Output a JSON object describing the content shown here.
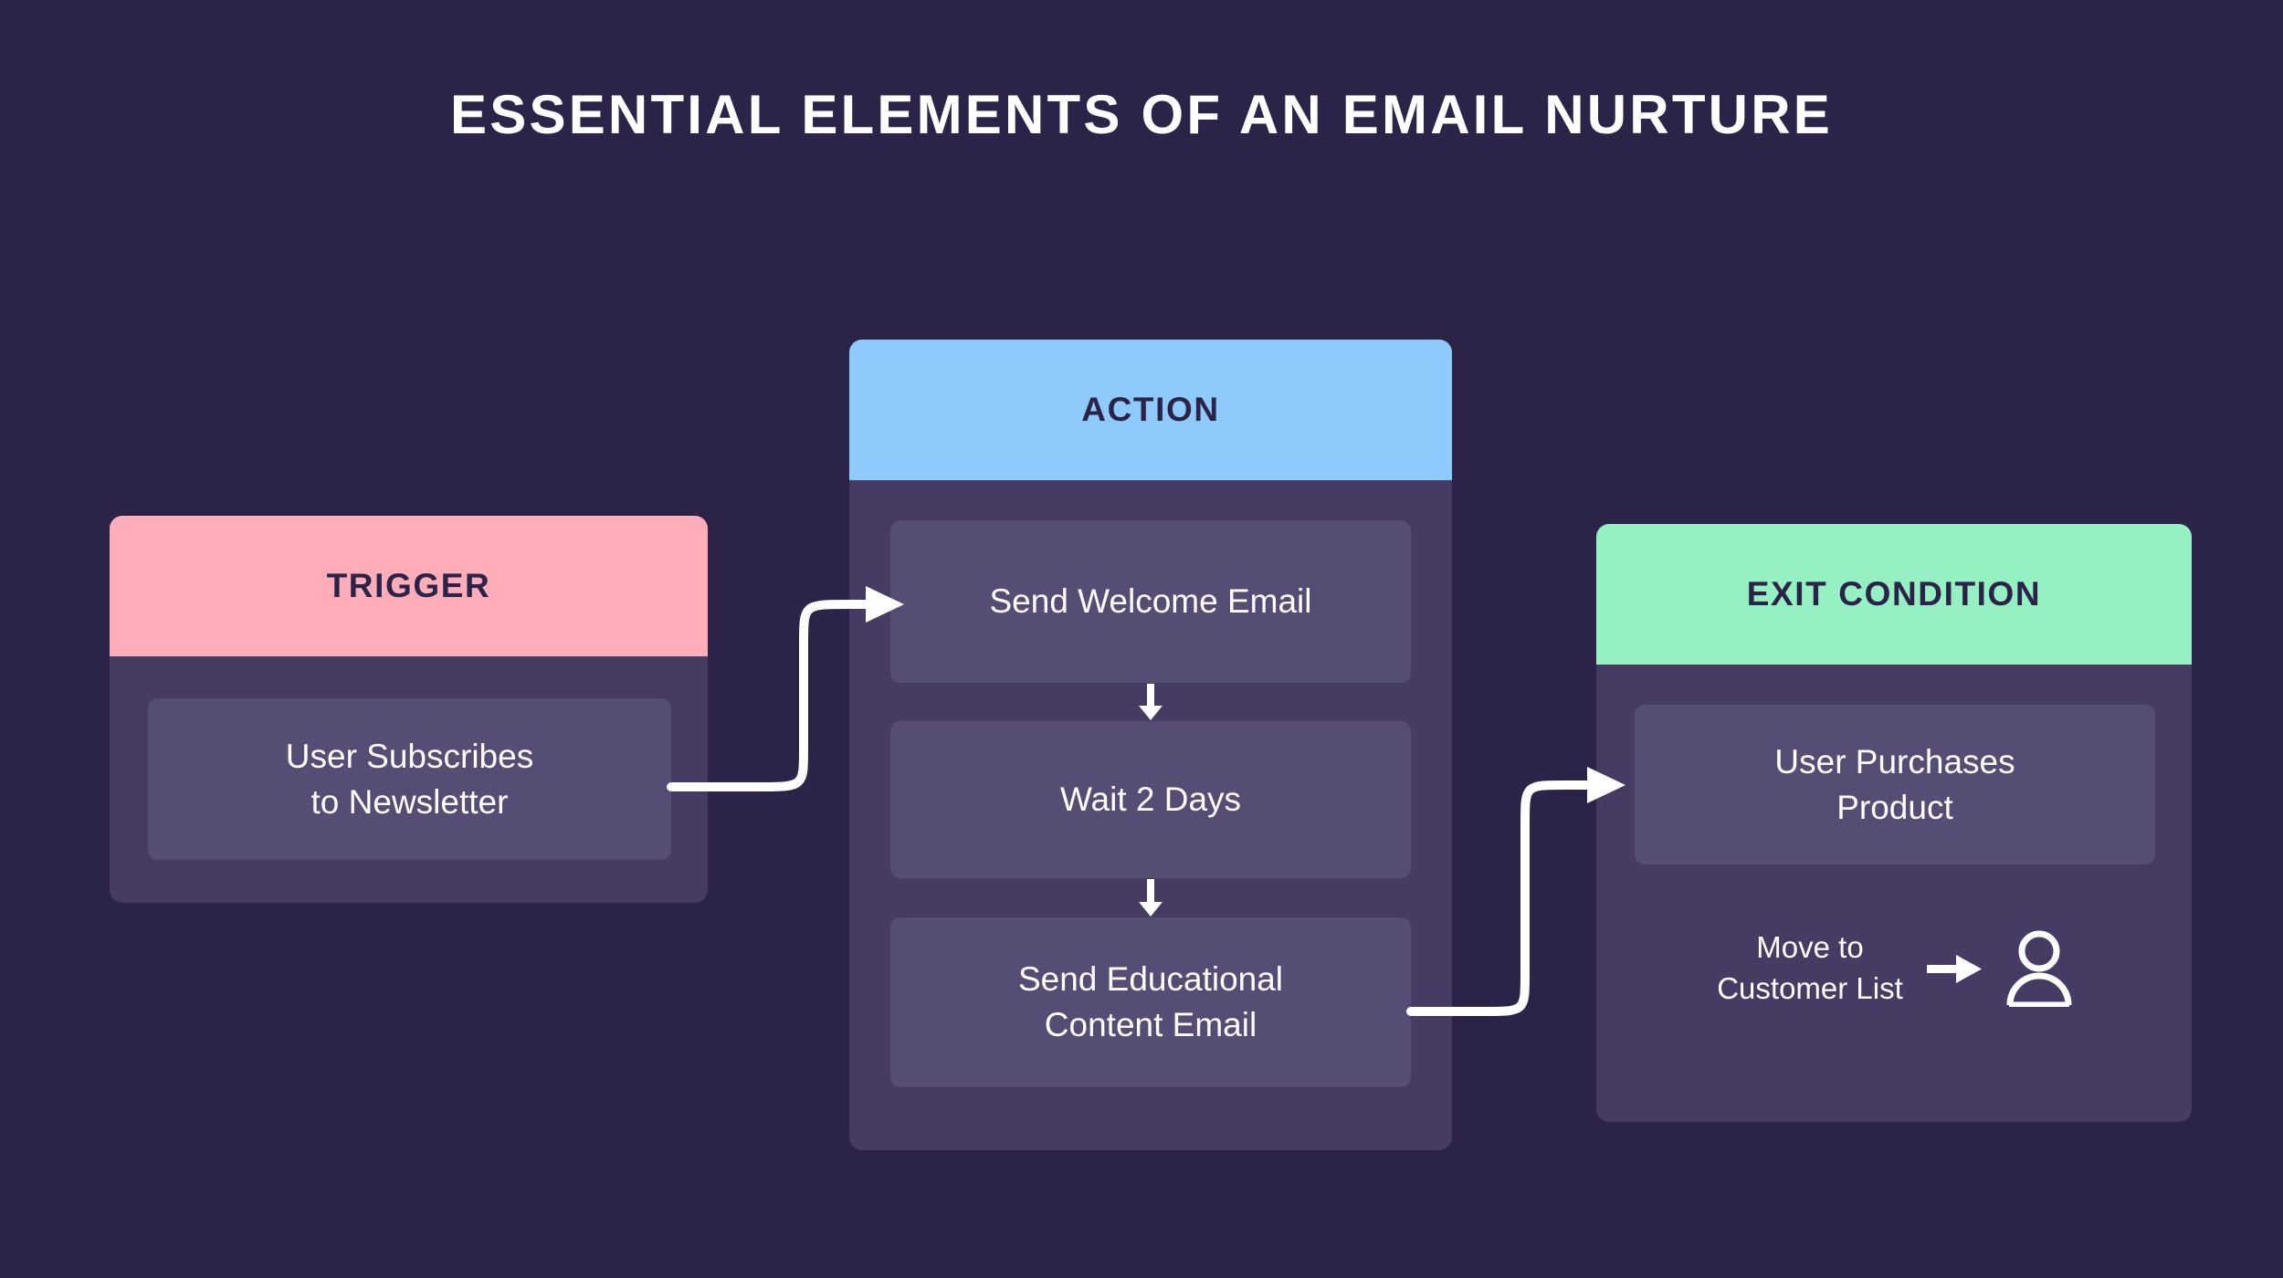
{
  "title": "Essential Elements of an Email Nurture",
  "colors": {
    "background": "#2C2349",
    "card_body": "#453B63",
    "item_card": "#564D74",
    "trigger_header": "#FFADB8",
    "action_header": "#8ECBFC",
    "exit_header": "#95F0C2",
    "header_text": "#2C2349",
    "body_text": "#FFFFFF",
    "connector": "#FFFFFF"
  },
  "stages": {
    "trigger": {
      "header": "TRIGGER",
      "items": [
        {
          "label": "User Subscribes\nto Newsletter"
        }
      ]
    },
    "action": {
      "header": "ACTION",
      "items": [
        {
          "label": "Send Welcome Email"
        },
        {
          "label": "Wait 2 Days"
        },
        {
          "label": "Send Educational\nContent Email"
        }
      ]
    },
    "exit": {
      "header": "EXIT CONDITION",
      "items": [
        {
          "label": "User Purchases\nProduct"
        }
      ],
      "outcome": {
        "label": "Move to\nCustomer List",
        "arrow_icon": "arrow-right-icon",
        "target_icon": "person-icon"
      }
    }
  },
  "connectors": [
    {
      "name": "trigger-to-action",
      "from": "User Subscribes to Newsletter",
      "to": "Send Welcome Email",
      "style": "s-curve-arrow"
    },
    {
      "name": "action-to-exit",
      "from": "Send Educational Content Email",
      "to": "User Purchases Product",
      "style": "s-curve-arrow"
    },
    {
      "name": "welcome-to-wait",
      "from": "Send Welcome Email",
      "to": "Wait 2 Days",
      "style": "down-arrow"
    },
    {
      "name": "wait-to-educational",
      "from": "Wait 2 Days",
      "to": "Send Educational Content Email",
      "style": "down-arrow"
    }
  ],
  "chart_data": {
    "type": "diagram",
    "title": "Essential Elements of an Email Nurture",
    "layout": "left-to-right flowchart, 3 stages",
    "nodes": [
      {
        "stage": "TRIGGER",
        "order": 1,
        "items": [
          "User Subscribes to Newsletter"
        ]
      },
      {
        "stage": "ACTION",
        "order": 2,
        "items": [
          "Send Welcome Email",
          "Wait 2 Days",
          "Send Educational Content Email"
        ]
      },
      {
        "stage": "EXIT CONDITION",
        "order": 3,
        "items": [
          "User Purchases Product",
          "Move to Customer List"
        ]
      }
    ],
    "edges": [
      {
        "from": "User Subscribes to Newsletter",
        "to": "Send Welcome Email"
      },
      {
        "from": "Send Welcome Email",
        "to": "Wait 2 Days"
      },
      {
        "from": "Wait 2 Days",
        "to": "Send Educational Content Email"
      },
      {
        "from": "Send Educational Content Email",
        "to": "User Purchases Product"
      }
    ]
  }
}
